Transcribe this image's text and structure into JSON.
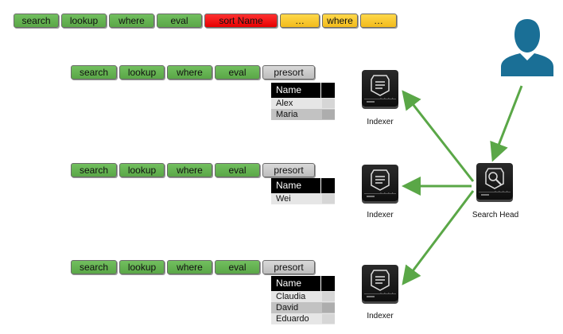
{
  "top_pipeline": [
    "search",
    "lookup",
    "where",
    "eval",
    "sort Name",
    "…",
    "where",
    "…"
  ],
  "indexers": [
    {
      "label": "Indexer",
      "pipeline": [
        "search",
        "lookup",
        "where",
        "eval",
        "presort"
      ],
      "table": {
        "header": "Name",
        "rows": [
          "Alex",
          "Maria"
        ]
      }
    },
    {
      "label": "Indexer",
      "pipeline": [
        "search",
        "lookup",
        "where",
        "eval",
        "presort"
      ],
      "table": {
        "header": "Name",
        "rows": [
          "Wei"
        ]
      }
    },
    {
      "label": "Indexer",
      "pipeline": [
        "search",
        "lookup",
        "where",
        "eval",
        "presort"
      ],
      "table": {
        "header": "Name",
        "rows": [
          "Claudia",
          "David",
          "Eduardo"
        ]
      }
    }
  ],
  "search_head": {
    "label": "Search Head"
  },
  "colors": {
    "green": "#5aa747",
    "red": "#e60000",
    "yellow": "#f2bb1c",
    "gray": "#bdbdbd",
    "arrow": "#5aa747",
    "user": "#1a6f96"
  },
  "icons": {
    "user": "user-icon",
    "indexer": "server-icon",
    "search_head": "search-server-icon"
  }
}
